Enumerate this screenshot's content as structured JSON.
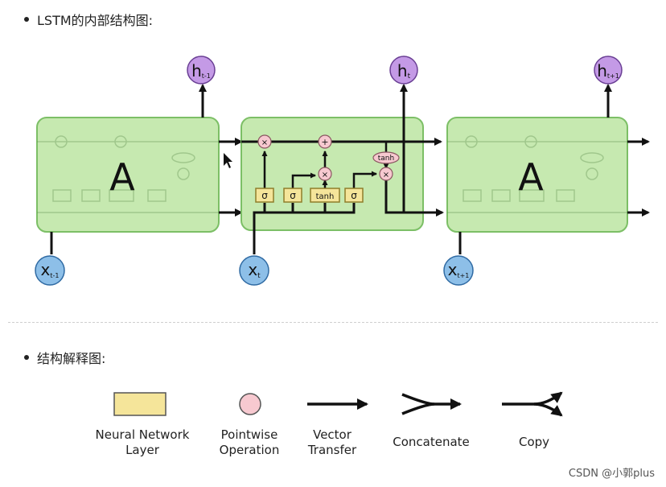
{
  "heading1": "LSTM的内部结构图:",
  "heading2": "结构解释图:",
  "cells": {
    "left_label": "A",
    "right_label": "A"
  },
  "nodes": {
    "h_prev": {
      "main": "h",
      "sub": "t-1"
    },
    "h_cur": {
      "main": "h",
      "sub": "t"
    },
    "h_next": {
      "main": "h",
      "sub": "t+1"
    },
    "x_prev": {
      "main": "x",
      "sub": "t-1"
    },
    "x_cur": {
      "main": "x",
      "sub": "t"
    },
    "x_next": {
      "main": "x",
      "sub": "t+1"
    }
  },
  "gates": {
    "sigma": "σ",
    "tanh": "tanh",
    "times": "×",
    "plus": "+"
  },
  "legend": {
    "layer": "Neural Network Layer",
    "pointwise": "Pointwise Operation",
    "vector": "Vector Transfer",
    "concat": "Concatenate",
    "copy": "Copy"
  },
  "watermark": "CSDN @小郭plus",
  "colors": {
    "cell_fill": "#c6e9b0",
    "cell_stroke": "#7cbf66",
    "layer_fill": "#f5e59a",
    "pointwise_fill": "#f7c9d0",
    "node_h": "#c49ae6",
    "node_x": "#8dbfe8"
  }
}
